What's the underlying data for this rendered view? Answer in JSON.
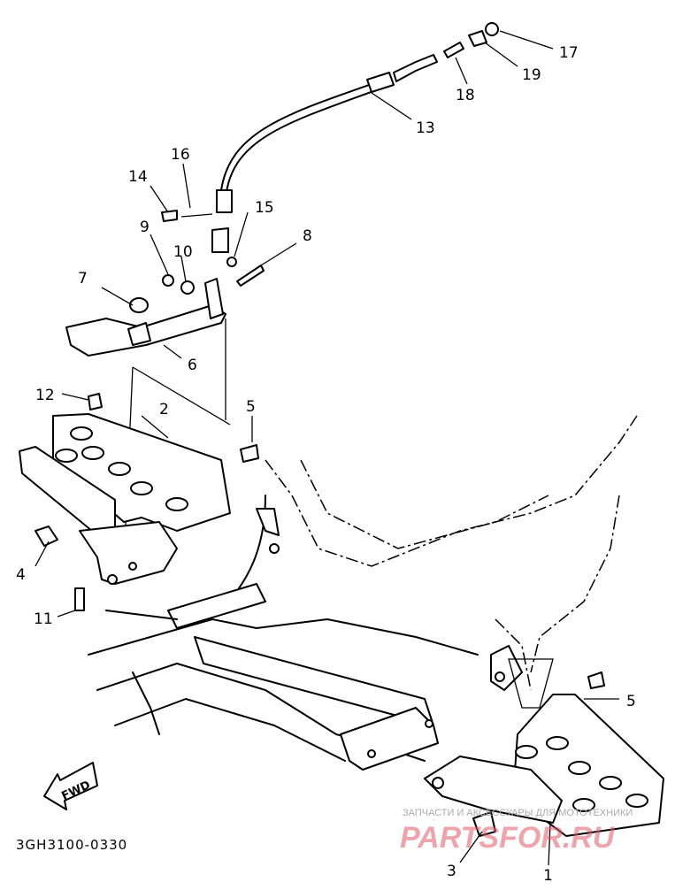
{
  "diagram": {
    "code": "3GH3100-0330",
    "fwd_label": "FWD",
    "callouts": [
      "1",
      "2",
      "3",
      "4",
      "5",
      "5",
      "6",
      "7",
      "8",
      "9",
      "10",
      "11",
      "12",
      "13",
      "14",
      "15",
      "16",
      "17",
      "18",
      "19"
    ],
    "watermark": {
      "line1": "ЗАПЧАСТИ И АКСЕССУАРЫ ДЛЯ МОТОТЕХНИКИ",
      "line2": "PARTSFOR.RU"
    }
  }
}
